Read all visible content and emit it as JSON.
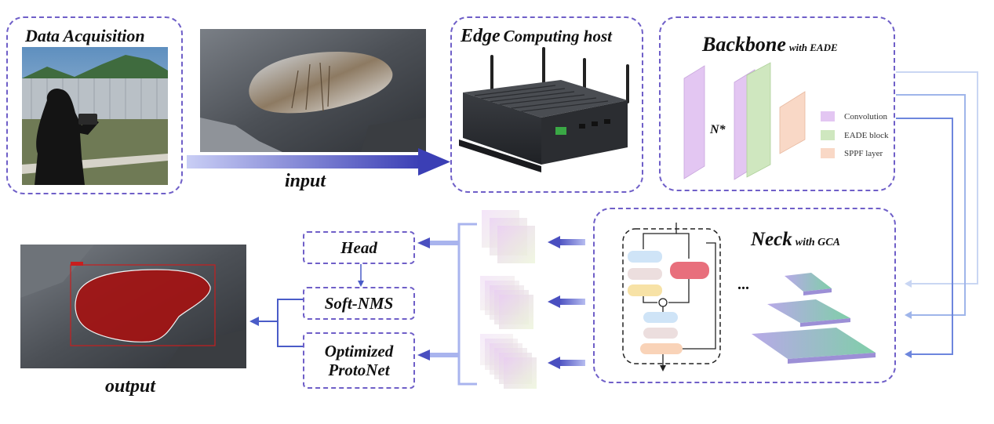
{
  "data_acquisition": {
    "title": "Data Acquisition"
  },
  "input_label": "input",
  "edge_host": {
    "title_a": "Edge",
    "title_b": "Computing host"
  },
  "backbone": {
    "title": "Backbone",
    "subtitle": "with EADE",
    "n_label": "N*",
    "legend": [
      {
        "label": "Convolution",
        "color": "#e3c6f2"
      },
      {
        "label": "EADE block",
        "color": "#cfe7bf"
      },
      {
        "label": "SPPF layer",
        "color": "#f9d8c6"
      }
    ]
  },
  "neck": {
    "title": "Neck",
    "subtitle": "with GCA",
    "ellipsis": "..."
  },
  "head": {
    "label": "Head"
  },
  "soft_nms": {
    "label": "Soft-NMS"
  },
  "protonet": {
    "line1": "Optimized",
    "line2": "ProtoNet"
  },
  "output_label": "output"
}
